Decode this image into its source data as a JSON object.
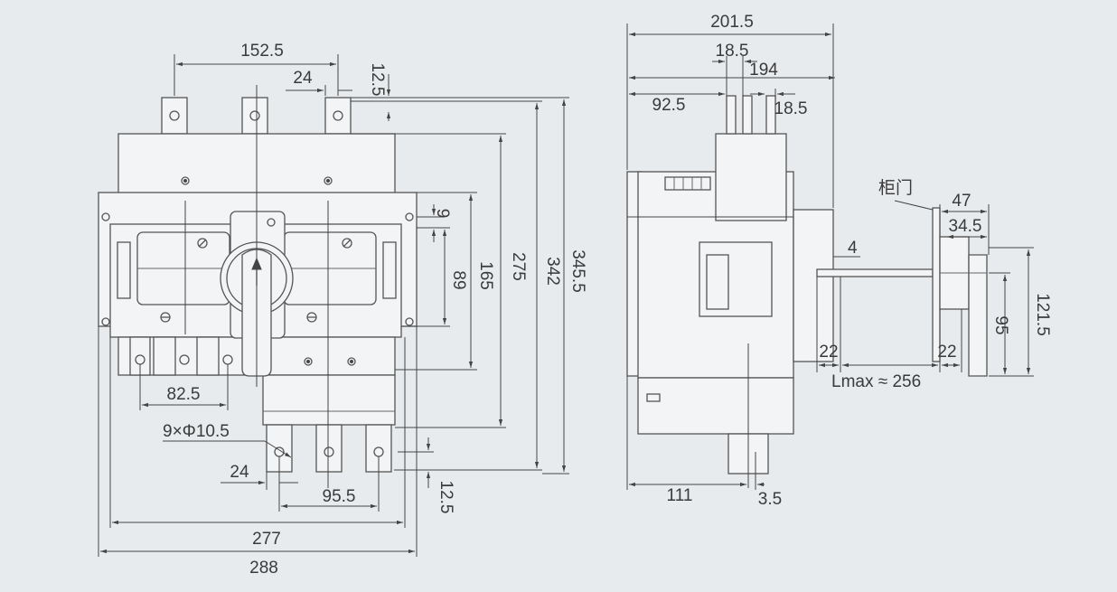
{
  "front_view": {
    "dims": {
      "d152_5": "152.5",
      "d24_top": "24",
      "d12_5_top": "12.5",
      "d9": "9",
      "d89": "89",
      "d165": "165",
      "d275": "275",
      "d342": "342",
      "d345_5": "345.5",
      "d82_5": "82.5",
      "holes": "9×Φ10.5",
      "d24_bot": "24",
      "d95_5": "95.5",
      "d12_5_bot": "12.5",
      "d277": "277",
      "d288": "288"
    }
  },
  "side_view": {
    "dims": {
      "d201_5": "201.5",
      "d18_5_top": "18.5",
      "d194": "194",
      "d92_5": "92.5",
      "d18_5_right": "18.5",
      "d111": "111",
      "d3_5": "3.5"
    }
  },
  "door_view": {
    "door_label": "柜门",
    "dims": {
      "d47": "47",
      "d34_5": "34.5",
      "d4": "4",
      "d121_5": "121.5",
      "d95": "95",
      "d22_left": "22",
      "d22_right": "22",
      "lmax": "Lmax ≈ 256"
    }
  }
}
